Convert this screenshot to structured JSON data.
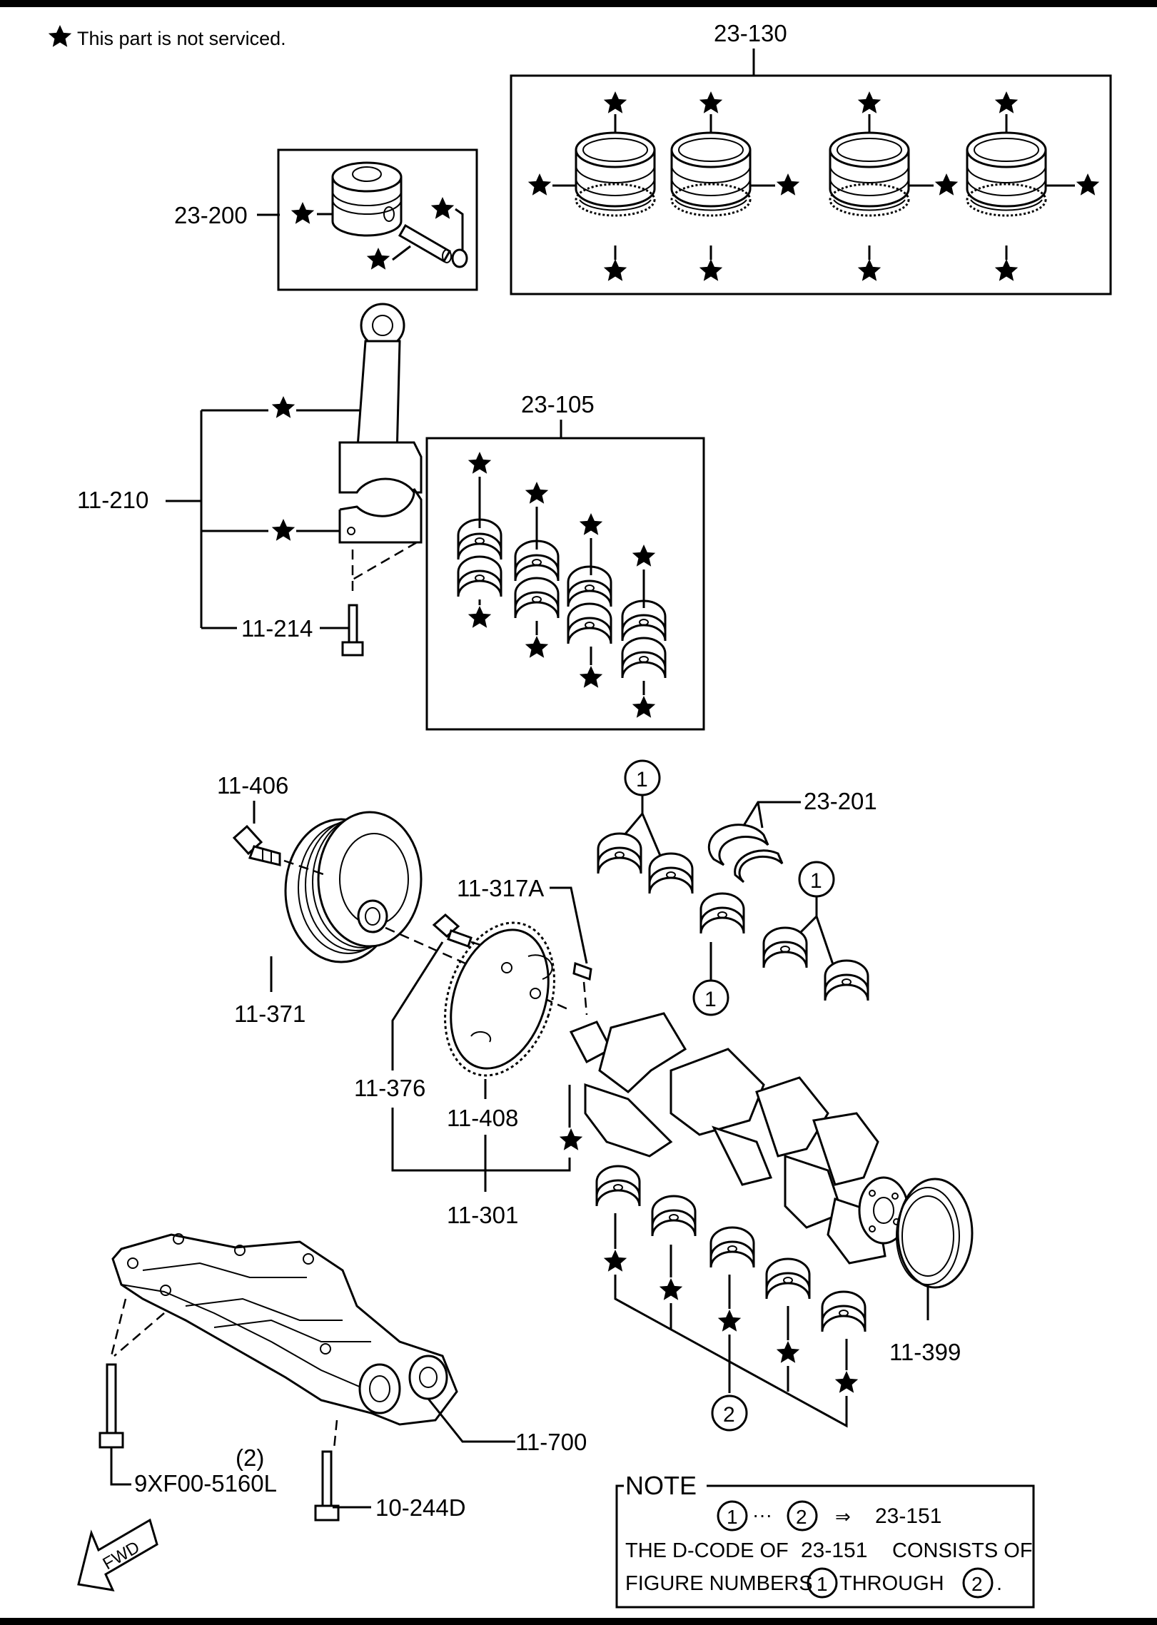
{
  "legend": {
    "text": "This part is not serviced.",
    "icon": "star-icon"
  },
  "labels": {
    "p23_130": "23-130",
    "p23_200": "23-200",
    "p23_105": "23-105",
    "p11_210": "11-210",
    "p11_214": "11-214",
    "p11_406": "11-406",
    "p11_371": "11-371",
    "p11_317A": "11-317A",
    "p11_376": "11-376",
    "p11_408": "11-408",
    "p11_301": "11-301",
    "p23_201": "23-201",
    "p11_399": "11-399",
    "p11_700": "11-700",
    "p9xf00": "9XF00-5160L",
    "p9xf00_qty": "(2)",
    "p10_244D": "10-244D"
  },
  "callouts": {
    "one": "1",
    "two": "2"
  },
  "note": {
    "title": "NOTE",
    "dots": "···",
    "arrow": "⇒",
    "code": "23-151",
    "line2_a": "THE D-CODE OF",
    "line2_code": "23-151",
    "line2_b": "CONSISTS OF",
    "line3_a": "FIGURE NUMBERS",
    "line3_b": "THROUGH",
    "line3_end": "."
  },
  "fwd": "FWD"
}
